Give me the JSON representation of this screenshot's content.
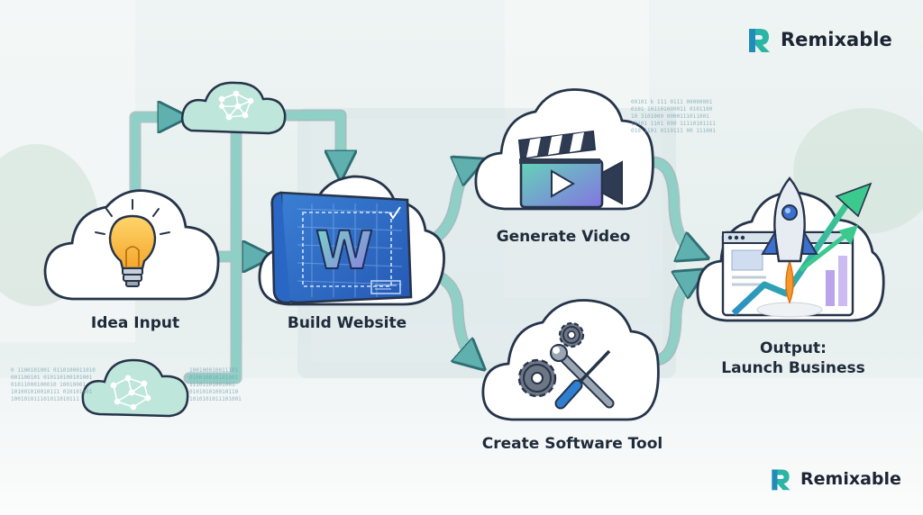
{
  "brand": {
    "name": "Remixable",
    "accent": "#2bb5a4",
    "accent_dark": "#1f7fc2"
  },
  "nodes": {
    "idea": {
      "label": "Idea Input",
      "icon": "lightbulb-icon"
    },
    "website": {
      "label": "Build Website",
      "icon": "website-blueprint-icon",
      "glyph": "W"
    },
    "video": {
      "label": "Generate Video",
      "icon": "clapperboard-icon"
    },
    "software": {
      "label": "Create Software Tool",
      "icon": "gears-tools-icon"
    },
    "output": {
      "label_line1": "Output:",
      "label_line2": "Launch Business",
      "icon": "rocket-growth-icon"
    }
  },
  "ai_clouds": {
    "icon": "brain-network-icon"
  },
  "binary_text": {
    "top_right": [
      "00101 k 111 0111 00000001",
      "0101 101101000011 0101100",
      "10 3101000 0000111011001",
      "10101 1101 090 11110101111",
      "010 1101 0110111 00 111001"
    ],
    "bottom_left": [
      "0 1100101001 0110100011010",
      "001100101 010110100101001",
      "01011000100010 10010001",
      "101001010010111 010101001",
      "100101011101011010111"
    ],
    "bottom_mid": [
      "100100010011101",
      "010010010101001",
      "11101101001001",
      "010101010010110",
      "1010101011101001"
    ]
  },
  "colors": {
    "arrow": "#5fb0ae",
    "cloud_fill": "#ffffff",
    "cloud_stroke": "#26344a",
    "ai_cloud_fill": "#bfe6da",
    "label": "#1f2a3a"
  }
}
